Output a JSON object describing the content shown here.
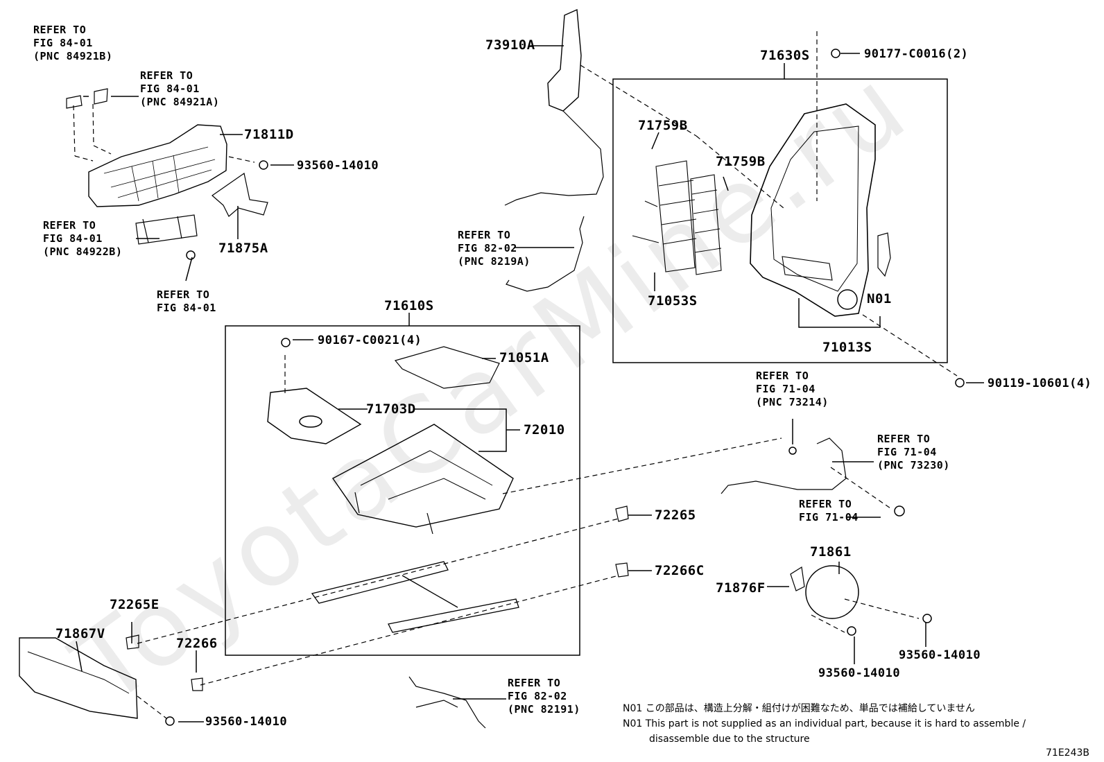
{
  "watermark": "ToyotaCarMine.ru",
  "refs": {
    "top_left_1": "REFER TO\nFIG 84-01\n(PNC 84921B)",
    "top_left_2": "REFER TO\nFIG 84-01\n(PNC 84921A)",
    "mid_left": "REFER TO\nFIG 84-01\n(PNC 84922B)",
    "bolt_left": "REFER TO\nFIG 84-01",
    "harness_mid": "REFER TO\nFIG 82-02\n(PNC 8219A)",
    "fig71_a": "REFER TO\nFIG 71-04\n(PNC 73214)",
    "fig71_b": "REFER TO\nFIG 71-04\n(PNC 73230)",
    "fig71_c": "REFER TO\nFIG 71-04",
    "harness_bottom": "REFER TO\nFIG 82-02\n(PNC 82191)"
  },
  "parts": {
    "p71811D": "71811D",
    "p93560_a": "93560-14010",
    "p71875A": "71875A",
    "p73910A": "73910A",
    "p71630S": "71630S",
    "p90177": "90177-C0016(2)",
    "p71759B_a": "71759B",
    "p71759B_b": "71759B",
    "p71053S": "71053S",
    "pN01": "N01",
    "p71013S": "71013S",
    "p90119": "90119-10601(4)",
    "p71610S": "71610S",
    "p90167": "90167-C0021(4)",
    "p71051A": "71051A",
    "p71703D": "71703D",
    "p72010": "72010",
    "p72265": "72265",
    "p72266C": "72266C",
    "p71861": "71861",
    "p71876F": "71876F",
    "p93560_b": "93560-14010",
    "p93560_c": "93560-14010",
    "p72265E": "72265E",
    "p71867V": "71867V",
    "p72266": "72266",
    "p93560_d": "93560-14010"
  },
  "notes": {
    "jp": "N01 この部品は、構造上分解・組付けが困難なため、単品では補給していません",
    "en1": "N01 This part is not supplied as an individual part, because it is hard to assemble /",
    "en2": "disassemble due to the structure"
  },
  "figure_code": "71E243B"
}
